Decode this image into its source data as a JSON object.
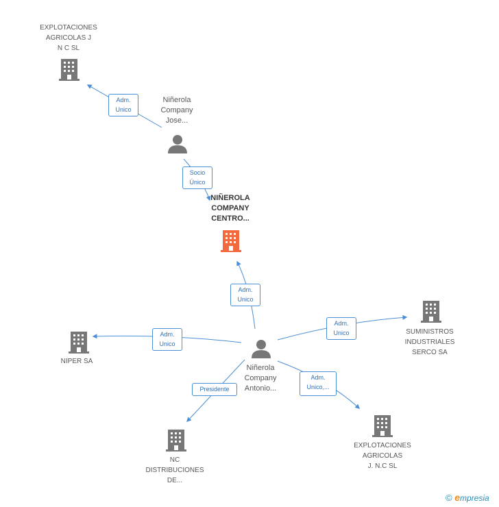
{
  "nodes": {
    "explot_jnc": {
      "label": "EXPLOTACIONES\nAGRICOLAS J\nN C SL",
      "type": "company"
    },
    "jose": {
      "label": "Niñerola\nCompany\nJose...",
      "type": "person"
    },
    "centro": {
      "label": "NIÑEROLA\nCOMPANY\nCENTRO...",
      "type": "company-main"
    },
    "antonio": {
      "label": "Niñerola\nCompany\nAntonio...",
      "type": "person"
    },
    "niper": {
      "label": "NIPER SA",
      "type": "company"
    },
    "suministros": {
      "label": "SUMINISTROS\nINDUSTRIALES\nSERCO SA",
      "type": "company"
    },
    "nc_dist": {
      "label": "NC\nDISTRIBUCIONES\nDE...",
      "type": "company"
    },
    "explot_jnc2": {
      "label": "EXPLOTACIONES\nAGRICOLAS\nJ. N.C SL",
      "type": "company"
    }
  },
  "edges": {
    "jose_explot": {
      "label": "Adm.\nUnico"
    },
    "jose_centro": {
      "label": "Socio\nÚnico"
    },
    "antonio_centro": {
      "label": "Adm.\nUnico"
    },
    "antonio_niper": {
      "label": "Adm.\nUnico"
    },
    "antonio_suministros": {
      "label": "Adm.\nUnico"
    },
    "antonio_ncdist": {
      "label": "Presidente"
    },
    "antonio_explot2": {
      "label": "Adm.\nUnico,..."
    }
  },
  "footer": {
    "copyright": "©",
    "brand_first": "e",
    "brand_rest": "mpresia"
  },
  "colors": {
    "edge": "#4a8fd6",
    "node": "#777777",
    "main_node": "#f26a3d"
  }
}
